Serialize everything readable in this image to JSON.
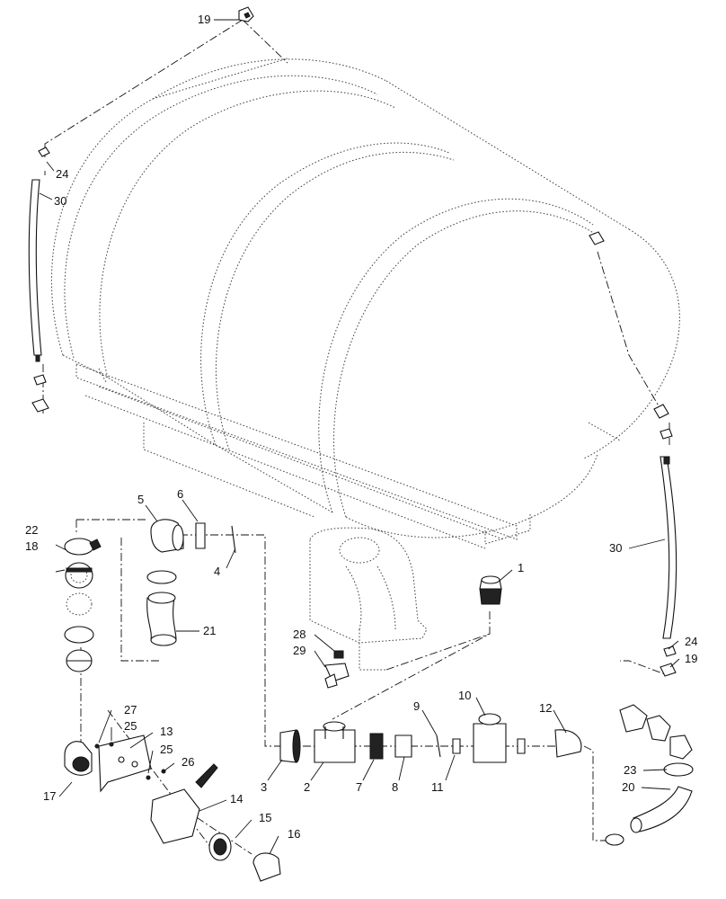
{
  "callouts": [
    {
      "id": "c19a",
      "text": "19"
    },
    {
      "id": "c24a",
      "text": "24"
    },
    {
      "id": "c30a",
      "text": "30"
    },
    {
      "id": "c5",
      "text": "5"
    },
    {
      "id": "c6",
      "text": "6"
    },
    {
      "id": "c22",
      "text": "22"
    },
    {
      "id": "c18",
      "text": "18"
    },
    {
      "id": "c4",
      "text": "4"
    },
    {
      "id": "c21",
      "text": "21"
    },
    {
      "id": "c1",
      "text": "1"
    },
    {
      "id": "c30b",
      "text": "30"
    },
    {
      "id": "c28",
      "text": "28"
    },
    {
      "id": "c29",
      "text": "29"
    },
    {
      "id": "c24b",
      "text": "24"
    },
    {
      "id": "c19b",
      "text": "19"
    },
    {
      "id": "c27",
      "text": "27"
    },
    {
      "id": "c25a",
      "text": "25"
    },
    {
      "id": "c13",
      "text": "13"
    },
    {
      "id": "c25b",
      "text": "25"
    },
    {
      "id": "c26",
      "text": "26"
    },
    {
      "id": "c17",
      "text": "17"
    },
    {
      "id": "c14",
      "text": "14"
    },
    {
      "id": "c15",
      "text": "15"
    },
    {
      "id": "c16",
      "text": "16"
    },
    {
      "id": "c9",
      "text": "9"
    },
    {
      "id": "c10",
      "text": "10"
    },
    {
      "id": "c12",
      "text": "12"
    },
    {
      "id": "c3",
      "text": "3"
    },
    {
      "id": "c2",
      "text": "2"
    },
    {
      "id": "c7",
      "text": "7"
    },
    {
      "id": "c8",
      "text": "8"
    },
    {
      "id": "c11",
      "text": "11"
    },
    {
      "id": "c23",
      "text": "23"
    },
    {
      "id": "c20",
      "text": "20"
    }
  ]
}
